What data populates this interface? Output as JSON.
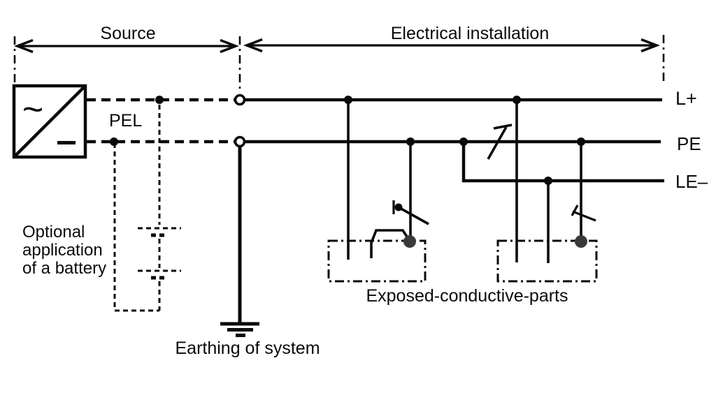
{
  "diagram": {
    "regions": {
      "source": "Source",
      "installation": "Electrical installation"
    },
    "converter": {
      "ac_symbol": "~"
    },
    "pel": {
      "label": "PEL"
    },
    "battery_note": {
      "line1": "Optional",
      "line2": "application",
      "line3": "of a battery"
    },
    "conductors": {
      "l_plus": "L+",
      "pe": "PE",
      "le_minus": "LE–"
    },
    "earthing": {
      "label": "Earthing of system"
    },
    "exposed_parts": {
      "label": "Exposed-conductive-parts"
    },
    "colors": {
      "ink": "#0a0a0a",
      "background": "#ffffff",
      "bonding_node": "#3a3a3a"
    }
  }
}
